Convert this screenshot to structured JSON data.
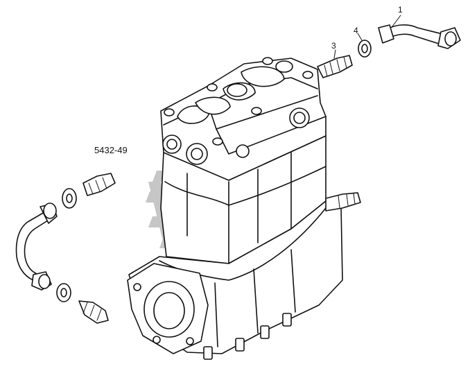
{
  "diagram": {
    "code": "5432-49",
    "callouts": [
      {
        "id": "1",
        "label": "1"
      },
      {
        "id": "3",
        "label": "3"
      },
      {
        "id": "4",
        "label": "4"
      }
    ],
    "watermark": "logo",
    "colors": {
      "line": "#111111",
      "watermark": "#b9b9b9",
      "background": "#ffffff"
    }
  }
}
